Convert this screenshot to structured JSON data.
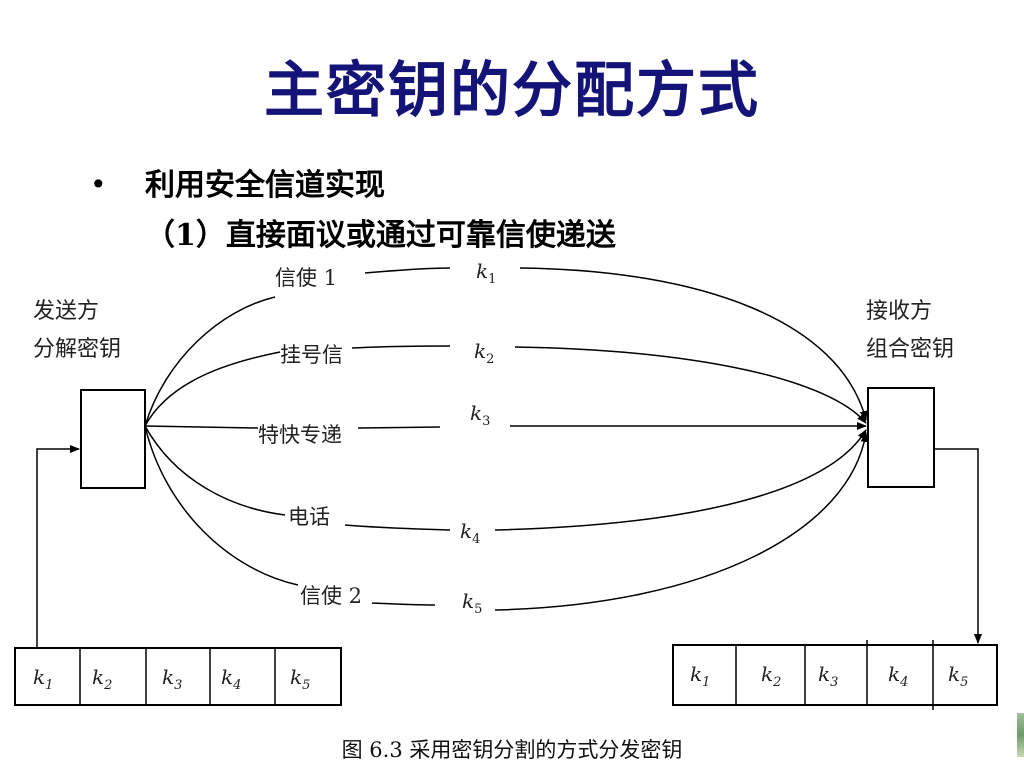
{
  "title": "主密钥的分配方式",
  "bullet": {
    "marker": "•",
    "text": "利用安全信道实现",
    "sub": "（1）直接面议或通过可靠信使递送"
  },
  "figure": {
    "sender": {
      "line1": "发送方",
      "line2": "分解密钥"
    },
    "receiver": {
      "line1": "接收方",
      "line2": "组合密钥"
    },
    "channels": [
      {
        "label": "信使 1",
        "key": "k",
        "sub": "1"
      },
      {
        "label": "挂号信",
        "key": "k",
        "sub": "2"
      },
      {
        "label": "特快专递",
        "key": "k",
        "sub": "3"
      },
      {
        "label": "电话",
        "key": "k",
        "sub": "4"
      },
      {
        "label": "信使 2",
        "key": "k",
        "sub": "5"
      }
    ],
    "left_keys": [
      {
        "key": "k",
        "sub": "1"
      },
      {
        "key": "k",
        "sub": "2"
      },
      {
        "key": "k",
        "sub": "3"
      },
      {
        "key": "k",
        "sub": "4"
      },
      {
        "key": "k",
        "sub": "5"
      }
    ],
    "right_keys": [
      {
        "key": "k",
        "sub": "1"
      },
      {
        "key": "k",
        "sub": "2"
      },
      {
        "key": "k",
        "sub": "3"
      },
      {
        "key": "k",
        "sub": "4"
      },
      {
        "key": "k",
        "sub": "5"
      }
    ],
    "caption": "图 6.3 采用密钥分割的方式分发密钥"
  }
}
